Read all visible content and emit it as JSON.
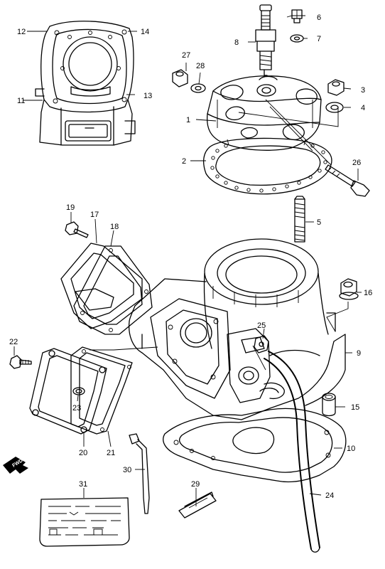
{
  "diagram": {
    "callouts": [
      {
        "id": "c1",
        "label": "1"
      },
      {
        "id": "c2",
        "label": "2"
      },
      {
        "id": "c3",
        "label": "3"
      },
      {
        "id": "c4",
        "label": "4"
      },
      {
        "id": "c5",
        "label": "5"
      },
      {
        "id": "c6",
        "label": "6"
      },
      {
        "id": "c7",
        "label": "7"
      },
      {
        "id": "c8",
        "label": "8"
      },
      {
        "id": "c9",
        "label": "9"
      },
      {
        "id": "c10",
        "label": "10"
      },
      {
        "id": "c11",
        "label": "11"
      },
      {
        "id": "c12",
        "label": "12"
      },
      {
        "id": "c13",
        "label": "13"
      },
      {
        "id": "c14",
        "label": "14"
      },
      {
        "id": "c15",
        "label": "15"
      },
      {
        "id": "c16",
        "label": "16"
      },
      {
        "id": "c17",
        "label": "17"
      },
      {
        "id": "c18",
        "label": "18"
      },
      {
        "id": "c19",
        "label": "19"
      },
      {
        "id": "c20",
        "label": "20"
      },
      {
        "id": "c21",
        "label": "21"
      },
      {
        "id": "c22",
        "label": "22"
      },
      {
        "id": "c23",
        "label": "23"
      },
      {
        "id": "c24",
        "label": "24"
      },
      {
        "id": "c25",
        "label": "25"
      },
      {
        "id": "c26",
        "label": "26"
      },
      {
        "id": "c27",
        "label": "27"
      },
      {
        "id": "c28",
        "label": "28"
      },
      {
        "id": "c29",
        "label": "29"
      },
      {
        "id": "c30",
        "label": "30"
      },
      {
        "id": "c31",
        "label": "31"
      }
    ],
    "direction_marker": "FWD",
    "colors": {
      "line": "#000000",
      "background": "#ffffff"
    }
  }
}
